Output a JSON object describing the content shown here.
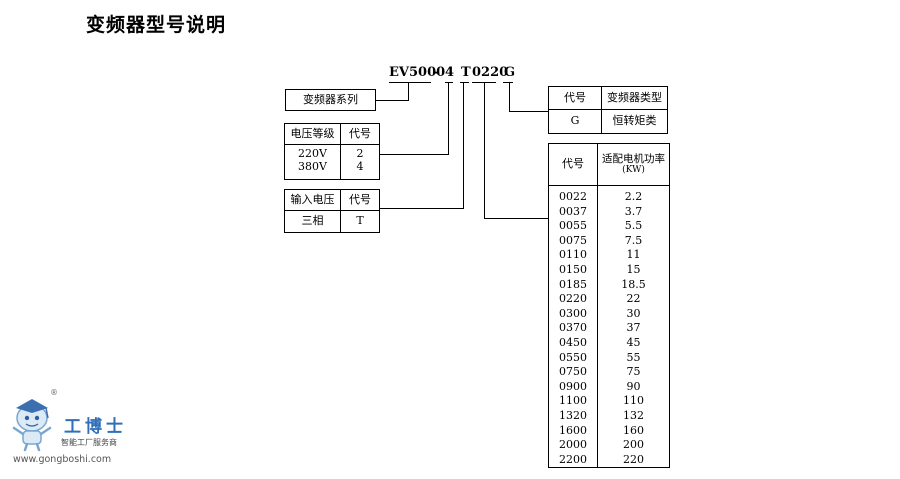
{
  "title": "变频器型号说明",
  "model": {
    "series": "EV5000",
    "dash1": "-",
    "voltage": "4",
    "phase": "T",
    "power": "0220",
    "type": "G"
  },
  "series_box": {
    "label": "变频器系列"
  },
  "voltage_table": {
    "headers": [
      "电压等级",
      "代号"
    ],
    "rows": [
      [
        "220V",
        "2"
      ],
      [
        "380V",
        "4"
      ]
    ]
  },
  "input_table": {
    "headers": [
      "输入电压",
      "代号"
    ],
    "rows": [
      [
        "三相",
        "T"
      ]
    ]
  },
  "type_table": {
    "headers": [
      "代号",
      "变频器类型"
    ],
    "rows": [
      [
        "G",
        "恒转矩类"
      ]
    ]
  },
  "power_table": {
    "headers": [
      "代号",
      "适配电机功率",
      "(KW)"
    ],
    "codes": [
      "0022",
      "0037",
      "0055",
      "0075",
      "0110",
      "0150",
      "0185",
      "0220",
      "0300",
      "0370",
      "0450",
      "0550",
      "0750",
      "0900",
      "1100",
      "1320",
      "1600",
      "2000",
      "2200"
    ],
    "values": [
      "2.2",
      "3.7",
      "5.5",
      "7.5",
      "11",
      "15",
      "18.5",
      "22",
      "30",
      "37",
      "45",
      "55",
      "75",
      "90",
      "110",
      "132",
      "160",
      "200",
      "220"
    ]
  },
  "watermark": {
    "registered": "®",
    "name": "工博士",
    "slogan": "智能工厂服务商",
    "url": "www.gongboshi.com",
    "icon": "robot-mascot-icon",
    "color": "#2f6fb7"
  }
}
